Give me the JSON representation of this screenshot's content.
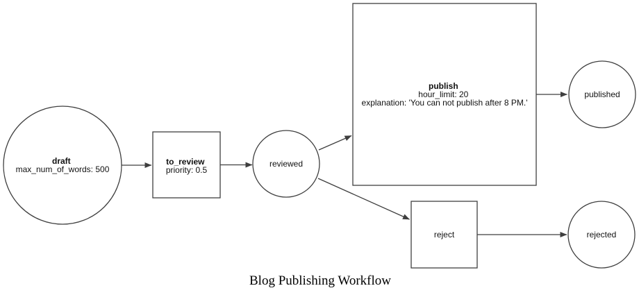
{
  "diagram": {
    "title": "Blog Publishing Workflow",
    "colors": {
      "draft_fill": "#add8e6",
      "node_fill": "#ffffff",
      "stroke": "#3f3f3f",
      "text": "#111111",
      "background": "#ffffff"
    },
    "nodes": {
      "draft": {
        "shape": "circle",
        "label": "draft",
        "attrs": "max_num_of_words: 500"
      },
      "to_review": {
        "shape": "box",
        "label": "to_review",
        "attrs": "priority: 0.5"
      },
      "reviewed": {
        "shape": "circle",
        "label": "reviewed"
      },
      "publish": {
        "shape": "box",
        "label": "publish",
        "attr_hour_limit": "hour_limit: 20",
        "attr_explanation": "explanation: 'You can not publish after 8 PM.'"
      },
      "published": {
        "shape": "circle",
        "label": "published"
      },
      "reject": {
        "shape": "box",
        "label": "reject"
      },
      "rejected": {
        "shape": "circle",
        "label": "rejected"
      }
    },
    "edges": [
      {
        "from": "draft",
        "to": "to_review"
      },
      {
        "from": "to_review",
        "to": "reviewed"
      },
      {
        "from": "reviewed",
        "to": "publish"
      },
      {
        "from": "reviewed",
        "to": "reject"
      },
      {
        "from": "publish",
        "to": "published"
      },
      {
        "from": "reject",
        "to": "rejected"
      }
    ]
  }
}
